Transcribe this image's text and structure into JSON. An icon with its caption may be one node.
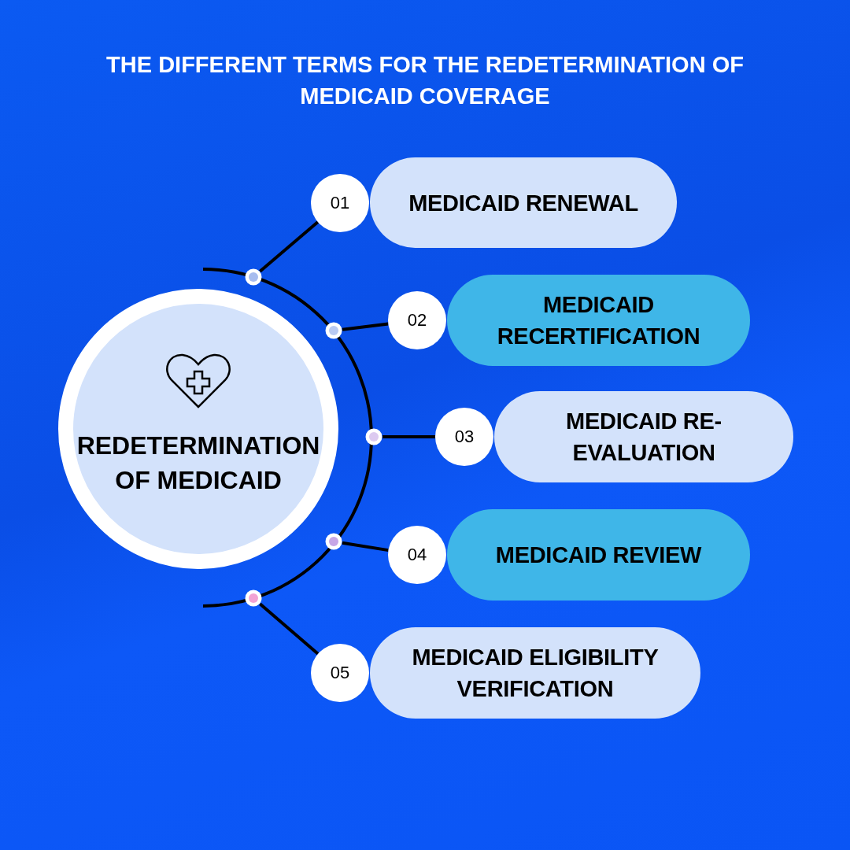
{
  "diagram": {
    "title": "THE DIFFERENT TERMS FOR THE REDETERMINATION OF MEDICAID COVERAGE",
    "nodes": [
      {
        "text": [
          "REDETERMINATION OF MEDICAID"
        ]
      },
      {
        "text": [
          "01"
        ]
      },
      {
        "text": [
          "MEDICAID RENEWAL"
        ]
      },
      {
        "text": [
          "02"
        ]
      },
      {
        "text": [
          "MEDICAID RECERTIFICATION"
        ]
      },
      {
        "text": [
          "03"
        ]
      },
      {
        "text": [
          "MEDICAID RE-EVALUATION"
        ]
      },
      {
        "text": [
          "04"
        ]
      },
      {
        "text": [
          "MEDICAID REVIEW"
        ]
      },
      {
        "text": [
          "05"
        ]
      },
      {
        "text": [
          "MEDICAID ELIGIBILITY VERIFICATION"
        ]
      },
      {
        "text": [],
        "shape": "circle"
      },
      {
        "text": [],
        "shape": "circle"
      },
      {
        "text": [],
        "shape": "circle"
      },
      {
        "text": [],
        "shape": "circle"
      },
      {
        "text": [],
        "shape": "circle"
      }
    ],
    "edges": [
      {
        "from": 11,
        "to": 1,
        "arrow": "none"
      },
      {
        "from": 12,
        "to": 3,
        "arrow": "none"
      },
      {
        "from": 13,
        "to": 5,
        "arrow": "none"
      },
      {
        "from": 14,
        "to": 7,
        "arrow": "none"
      },
      {
        "from": 15,
        "to": 9,
        "arrow": "none"
      }
    ]
  }
}
